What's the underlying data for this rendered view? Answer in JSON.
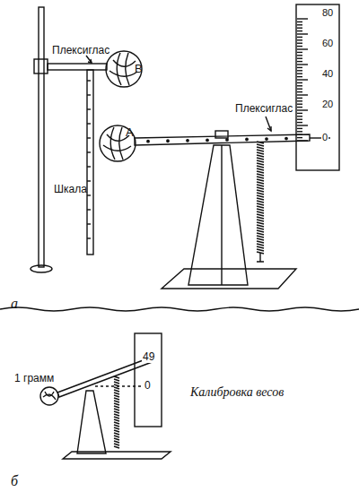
{
  "diagram": {
    "labels": [
      "Плексиглас",
      "B",
      "Шкала",
      "A",
      "Плексиглас",
      "80",
      "60",
      "40",
      "20",
      "0",
      "а",
      "1 грамм",
      "49",
      "0",
      "Калибровка весов",
      "б"
    ]
  }
}
